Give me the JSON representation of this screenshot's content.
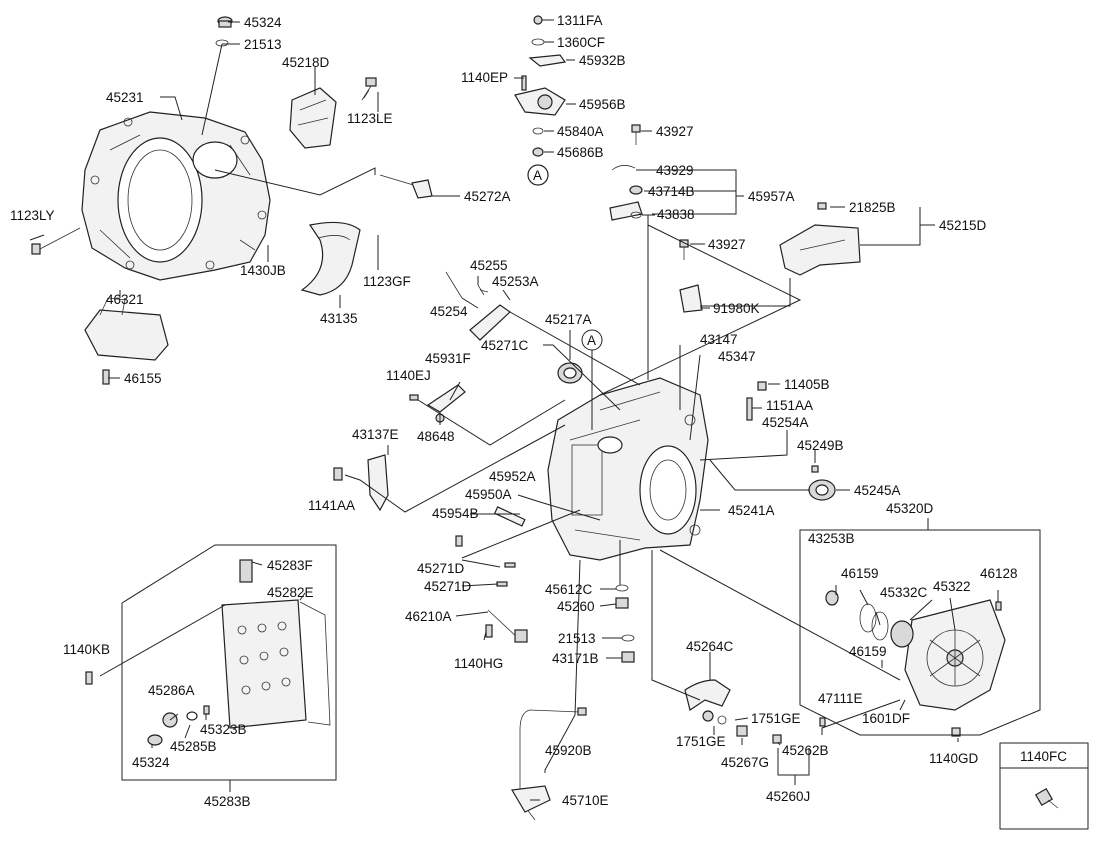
{
  "labels": {
    "l45324a": "45324",
    "l21513a": "21513",
    "l45231": "45231",
    "l45218D": "45218D",
    "l1123LE": "1123LE",
    "l1123LY": "1123LY",
    "l1430JB": "1430JB",
    "l1123GF": "1123GF",
    "l43135": "43135",
    "l46321": "46321",
    "l46155": "46155",
    "l45272A": "45272A",
    "l1311FA": "1311FA",
    "l1360CF": "1360CF",
    "l1140EP": "1140EP",
    "l45932B": "45932B",
    "l45956B": "45956B",
    "l45840A": "45840A",
    "l45686B": "45686B",
    "lA1": "A",
    "l43927a": "43927",
    "l43929": "43929",
    "l43714B": "43714B",
    "l45957A": "45957A",
    "l43838": "43838",
    "l21825B": "21825B",
    "l45215D": "45215D",
    "l43927b": "43927",
    "l91980K": "91980K",
    "l45255": "45255",
    "l45253A": "45253A",
    "l45254": "45254",
    "l45217A": "45217A",
    "lA2": "A",
    "l45271Ca": "45271C",
    "l43147": "43147",
    "l45347": "45347",
    "l11405B": "11405B",
    "l1151AA": "1151AA",
    "l45254A": "45254A",
    "l45249B": "45249B",
    "l45245A": "45245A",
    "l45931F": "45931F",
    "l1140EJ": "1140EJ",
    "l48648": "48648",
    "l43137E": "43137E",
    "l1141AA": "1141AA",
    "l45952A": "45952A",
    "l45950A": "45950A",
    "l45954B": "45954B",
    "l45241A": "45241A",
    "l45320D": "45320D",
    "l45271Db": "45271D",
    "l45271Dc": "45271D",
    "l45283F": "45283F",
    "l45282E": "45282E",
    "l1140KB": "1140KB",
    "l45612C": "45612C",
    "l45260": "45260",
    "l46210A": "46210A",
    "l21513b": "21513",
    "l1140HG": "1140HG",
    "l43171B": "43171B",
    "l43253B": "43253B",
    "l46159a": "46159",
    "l45332C": "45332C",
    "l45322": "45322",
    "l46128": "46128",
    "l46159b": "46159",
    "l45264C": "45264C",
    "l47111E": "47111E",
    "l1601DF": "1601DF",
    "l1751GEa": "1751GE",
    "l1751GEb": "1751GE",
    "l45286A": "45286A",
    "l45323B": "45323B",
    "l45285B": "45285B",
    "l45324b": "45324",
    "l45920B": "45920B",
    "l45267G": "45267G",
    "l45262B": "45262B",
    "l1140GD": "1140GD",
    "l45260J": "45260J",
    "l45283B": "45283B",
    "l45710E": "45710E",
    "l1140FC": "1140FC"
  },
  "colors": {
    "line": "#222222",
    "part_fill": "#f2f2f2",
    "background": "#ffffff"
  }
}
